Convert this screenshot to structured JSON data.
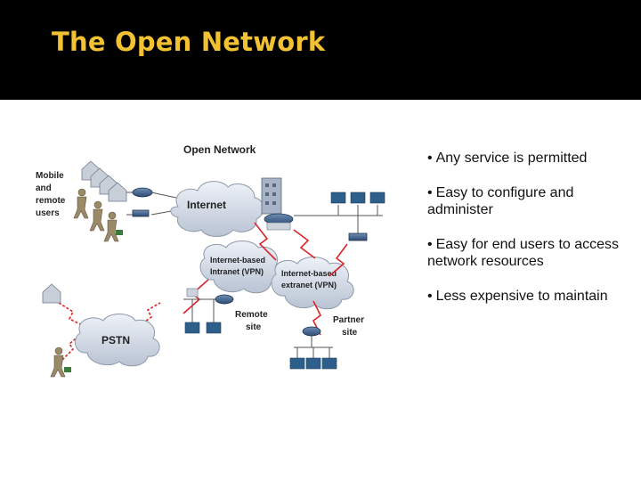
{
  "slide": {
    "title": "The Open Network",
    "title_color": "#f2c233",
    "header_bg": "#000000"
  },
  "diagram": {
    "heading": "Open Network",
    "clouds": {
      "internet": "Internet",
      "intranet_line1": "Internet-based",
      "intranet_line2": "Intranet (VPN)",
      "extranet_line1": "Internet-based",
      "extranet_line2": "extranet (VPN)",
      "pstn": "PSTN"
    },
    "labels": {
      "mobile": [
        "Mobile",
        "and",
        "remote",
        "users"
      ],
      "remote_site": [
        "Remote",
        "site"
      ],
      "partner_site": [
        "Partner",
        "site"
      ]
    },
    "icons": [
      "building-icon",
      "server-icon",
      "router-icon",
      "switch-icon",
      "workstation-icon",
      "house-icon",
      "person-icon",
      "firewall-icon"
    ]
  },
  "bullets": [
    "Any service is permitted",
    "Easy to configure and administer",
    "Easy for end users to access network resources",
    "Less expensive to maintain"
  ],
  "bullet_symbol": "•"
}
